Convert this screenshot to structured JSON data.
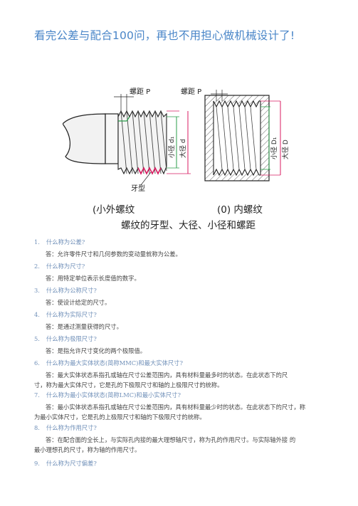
{
  "title": "看完公差与配合100问，再也不用担心做机械设计了!",
  "figure": {
    "label_pitch_left": "螺距 P",
    "label_pitch_right": "螺距 P",
    "label_minor_d": "小径 d₁",
    "label_major_d": "大径 d",
    "label_minor_D": "小径 D₁",
    "label_major_D": "大径 D",
    "label_thread_form": "牙型",
    "caption_left": "(小外螺纹",
    "caption_right": "(0) 内螺纹",
    "caption_main": "螺纹的牙型、大径、小径和螺距"
  },
  "qa": [
    {
      "n": "1.",
      "q": "什么称为公差?",
      "a": [
        "答：允许零件尺寸和几何参数的变动量就称为公差。"
      ]
    },
    {
      "n": "2.",
      "q": "什么称为尺寸?",
      "a": [
        "答：用特定单位表示长度值的数字。"
      ]
    },
    {
      "n": "3.",
      "q": "什么称为公称尺寸?",
      "a": [
        "答：使设计给定的尺寸。"
      ]
    },
    {
      "n": "4.",
      "q": "什么称为实际尺寸?",
      "a": [
        "答：是通过测量获得的尺寸。"
      ]
    },
    {
      "n": "5.",
      "q": "什么称为极限尺寸?",
      "a": [
        "答：是指允许尺寸变化的两个极限值。"
      ]
    },
    {
      "n": "6.",
      "q": "什么称为最大实体状态(简称MMC)和最大实体尺寸?",
      "a": [
        "答：最大实体状态系指孔或轴在尺寸公差范围内，具有材料量最多时的状态。在此状态下的尺",
        "寸，称为最大实体尺寸，它是孔的下极限尺寸和轴的上极限尺寸的统称。"
      ]
    },
    {
      "n": "7.",
      "q": "什么称为最小实体状态(简称LMC)和最小实体尺寸?",
      "a": [
        "答：最小实体状态系指孔或轴在尺寸公差范围内，具有材料量最少时的状态。在此状态下的尺寸，称",
        "为最小实体尺寸，它是孔的上极限尺寸和轴的下极限尺寸的统称。"
      ]
    },
    {
      "n": "8.",
      "q": "什么称为作用尺寸?",
      "a": [
        "答：在配合面的全长上，与实际孔内接的最大理想轴尺寸，称为孔的作用尺寸。与实际轴外接 的",
        "最小理想孔的尺寸，称为轴的作用尺寸。"
      ]
    },
    {
      "n": "9.",
      "q": "什么称为尺寸偏差?",
      "a": []
    }
  ]
}
